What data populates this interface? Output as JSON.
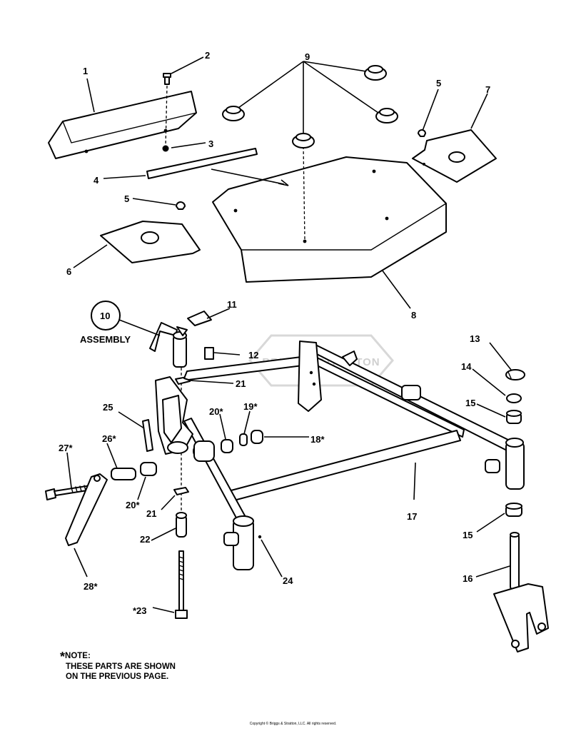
{
  "callouts": [
    {
      "id": "1",
      "text": "1"
    },
    {
      "id": "2",
      "text": "2"
    },
    {
      "id": "3",
      "text": "3"
    },
    {
      "id": "4",
      "text": "4"
    },
    {
      "id": "5a",
      "text": "5"
    },
    {
      "id": "5b",
      "text": "5"
    },
    {
      "id": "6",
      "text": "6"
    },
    {
      "id": "7",
      "text": "7"
    },
    {
      "id": "8",
      "text": "8"
    },
    {
      "id": "9",
      "text": "9"
    },
    {
      "id": "10",
      "text": "10"
    },
    {
      "id": "11",
      "text": "11"
    },
    {
      "id": "12",
      "text": "12"
    },
    {
      "id": "13",
      "text": "13"
    },
    {
      "id": "14",
      "text": "14"
    },
    {
      "id": "15a",
      "text": "15"
    },
    {
      "id": "15b",
      "text": "15"
    },
    {
      "id": "16",
      "text": "16"
    },
    {
      "id": "17",
      "text": "17"
    },
    {
      "id": "18",
      "text": "18*"
    },
    {
      "id": "19",
      "text": "19*"
    },
    {
      "id": "20a",
      "text": "20*"
    },
    {
      "id": "20b",
      "text": "20*"
    },
    {
      "id": "21a",
      "text": "21"
    },
    {
      "id": "21b",
      "text": "21"
    },
    {
      "id": "22",
      "text": "22"
    },
    {
      "id": "23",
      "text": "*23"
    },
    {
      "id": "24",
      "text": "24"
    },
    {
      "id": "25",
      "text": "25"
    },
    {
      "id": "26",
      "text": "26*"
    },
    {
      "id": "27",
      "text": "27*"
    },
    {
      "id": "28",
      "text": "28*"
    }
  ],
  "assembly_label": "ASSEMBLY",
  "watermark": "BRIGGS&STRATTON",
  "note": {
    "star": "*",
    "heading": "NOTE:",
    "line1": "THESE PARTS ARE SHOWN",
    "line2": "ON THE PREVIOUS PAGE."
  },
  "copyright": "Copyright © Briggs & Stratton, LLC. All rights reserved."
}
